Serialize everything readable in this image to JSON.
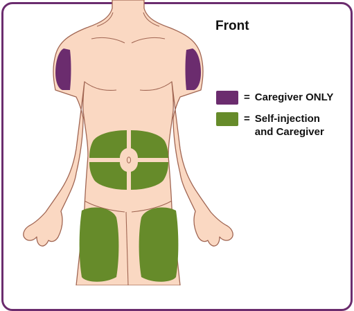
{
  "title": "Front",
  "colors": {
    "skin": "#fad8c2",
    "outline": "#a06552",
    "frame": "#6b2c6e",
    "caregiver_only": "#6b2c6e",
    "self_and_caregiver": "#668b2a"
  },
  "legend": [
    {
      "swatch_color": "#6b2c6e",
      "equals": "=",
      "lines": [
        "Caregiver ONLY"
      ]
    },
    {
      "swatch_color": "#668b2a",
      "equals": "=",
      "lines": [
        "Self-injection",
        "and Caregiver"
      ]
    }
  ],
  "regions": {
    "upper_arms": "Caregiver ONLY",
    "abdomen": "Self-injection and Caregiver",
    "thighs": "Self-injection and Caregiver"
  }
}
